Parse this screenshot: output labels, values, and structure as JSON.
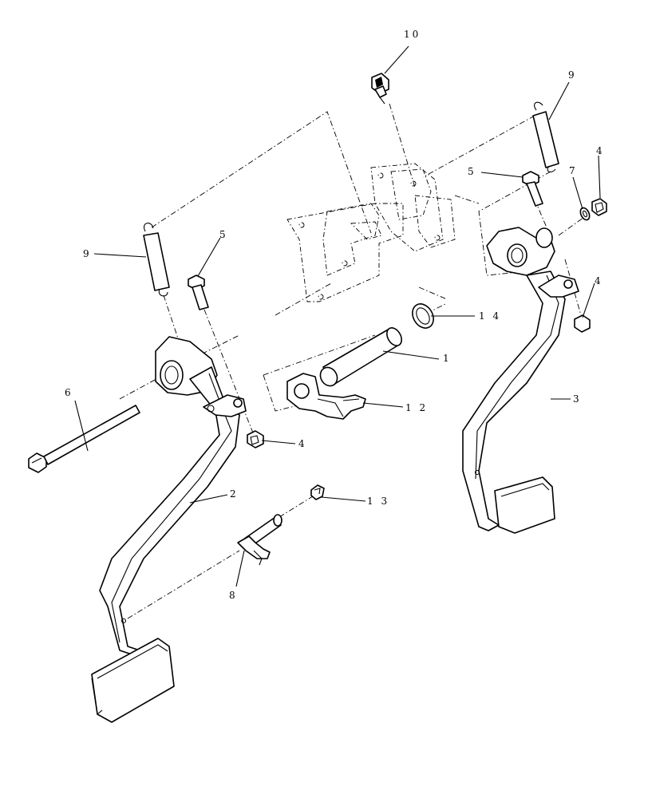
{
  "diagram": {
    "type": "exploded-parts-view",
    "callouts": [
      {
        "id": "c10a",
        "label": "10"
      },
      {
        "id": "c9r",
        "label": "9"
      },
      {
        "id": "c4ra",
        "label": "4"
      },
      {
        "id": "c7",
        "label": "7"
      },
      {
        "id": "c5r",
        "label": "5"
      },
      {
        "id": "c9l",
        "label": "9"
      },
      {
        "id": "c5l",
        "label": "5"
      },
      {
        "id": "c4rb",
        "label": "4"
      },
      {
        "id": "c14",
        "label": "1 4"
      },
      {
        "id": "c1",
        "label": "1"
      },
      {
        "id": "c3",
        "label": "3"
      },
      {
        "id": "c6",
        "label": "6"
      },
      {
        "id": "c12",
        "label": "1 2"
      },
      {
        "id": "c4l",
        "label": "4"
      },
      {
        "id": "c2",
        "label": "2"
      },
      {
        "id": "c13",
        "label": "1 3"
      },
      {
        "id": "c8",
        "label": "8"
      }
    ]
  }
}
